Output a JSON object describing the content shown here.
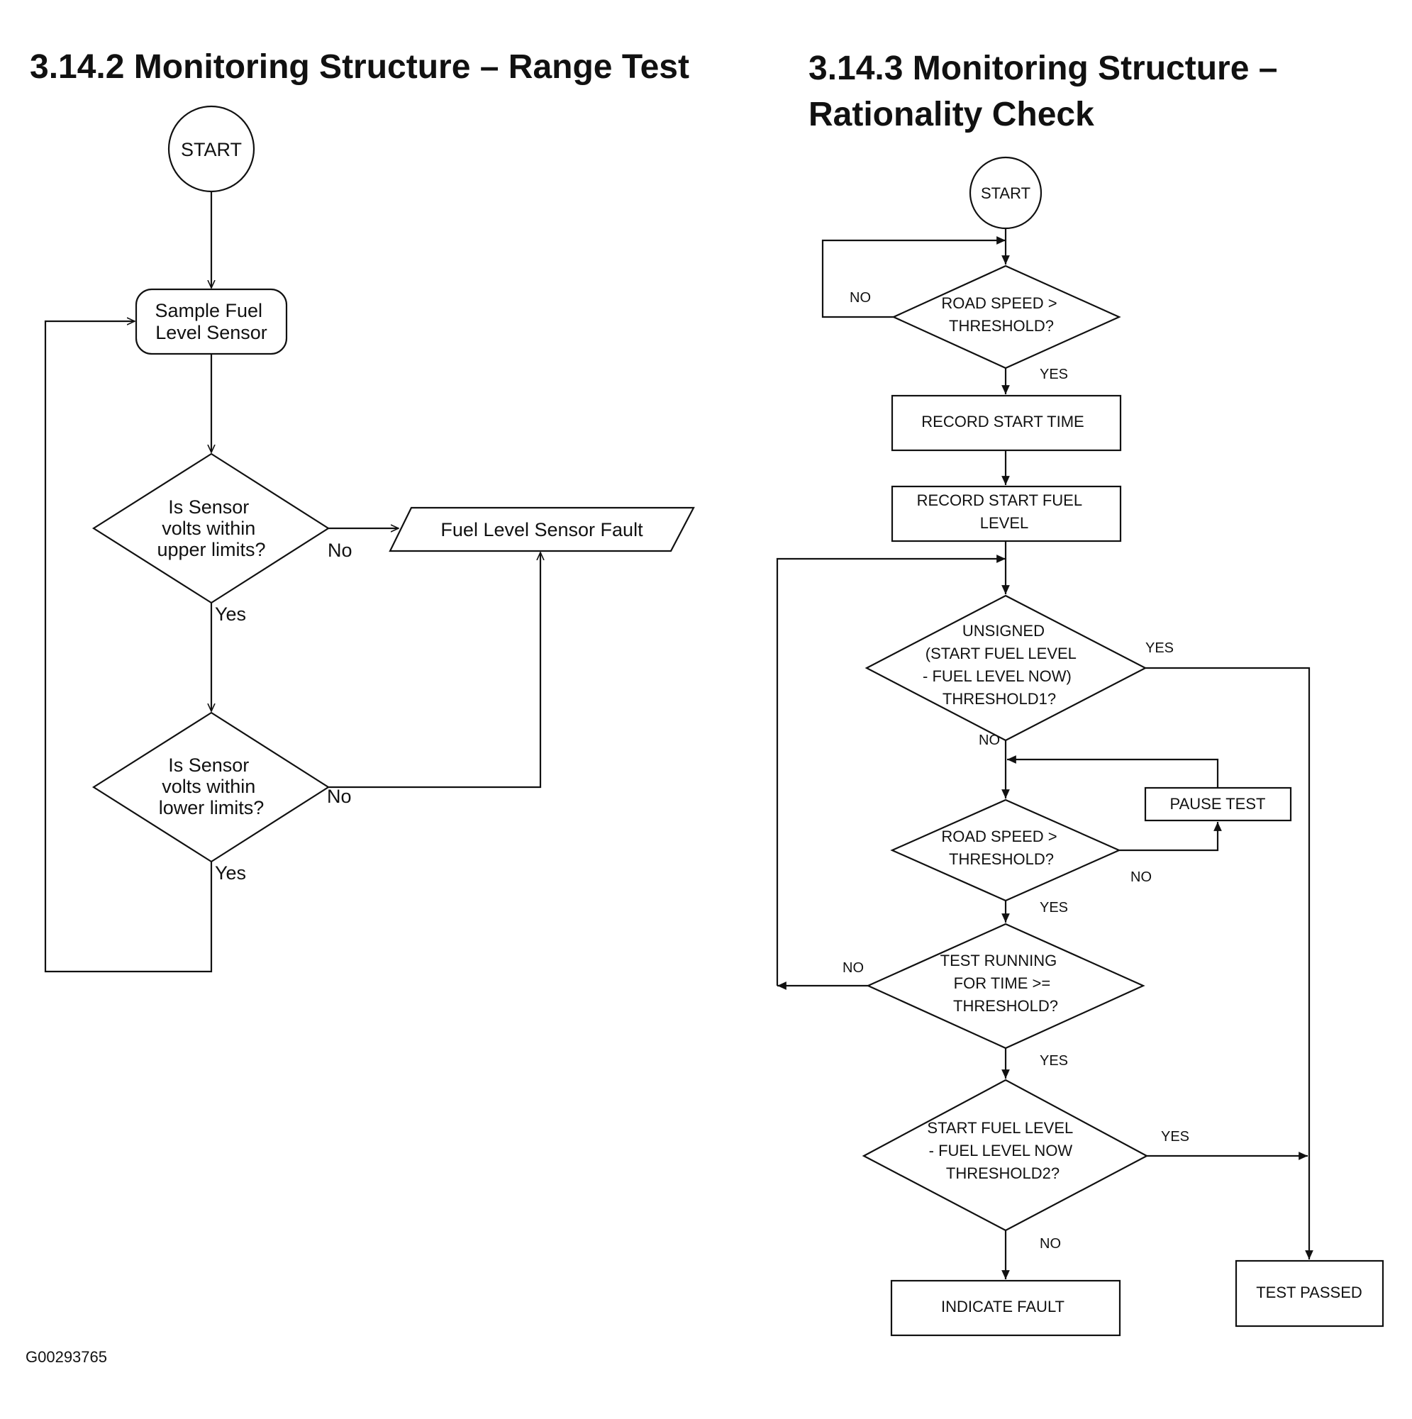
{
  "left": {
    "title": "3.14.2 Monitoring Structure – Range Test",
    "start": "START",
    "sample": [
      "Sample Fuel",
      "Level Sensor"
    ],
    "upper": [
      "Is Sensor",
      "volts within",
      "upper limits?"
    ],
    "lower": [
      "Is Sensor",
      "volts within",
      "lower limits?"
    ],
    "fault": "Fuel Level Sensor Fault",
    "yes": "Yes",
    "no": "No"
  },
  "right": {
    "title": [
      "3.14.3 Monitoring Structure –",
      "Rationality Check"
    ],
    "start": "START",
    "road1": [
      "ROAD SPEED >",
      "THRESHOLD?"
    ],
    "record_time": "RECORD START TIME",
    "record_fuel": [
      "RECORD START FUEL",
      "LEVEL"
    ],
    "unsigned": [
      "UNSIGNED",
      "(START FUEL LEVEL",
      "- FUEL LEVEL NOW)",
      "THRESHOLD1?"
    ],
    "road2": [
      "ROAD SPEED >",
      "THRESHOLD?"
    ],
    "pause": "PAUSE TEST",
    "running": [
      "TEST RUNNING",
      "FOR TIME >=",
      "THRESHOLD?"
    ],
    "start_fuel": [
      "START FUEL LEVEL",
      "- FUEL LEVEL NOW",
      "THRESHOLD2?"
    ],
    "indicate": "INDICATE FAULT",
    "passed": "TEST PASSED",
    "yes": "YES",
    "no": "NO"
  },
  "figure_id": "G00293765"
}
